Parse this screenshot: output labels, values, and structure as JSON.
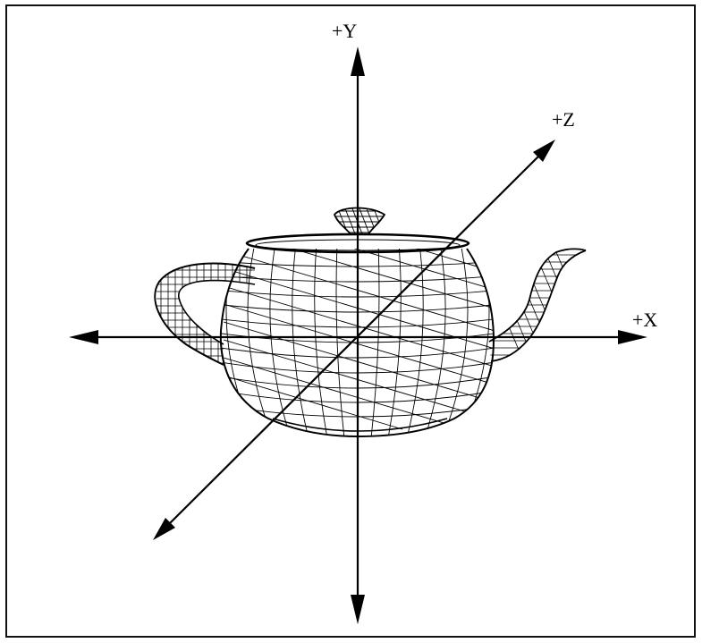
{
  "axes": {
    "y_label": "+Y",
    "z_label": "+Z",
    "x_label": "+X"
  },
  "colors": {
    "ink": "#000000",
    "frame": "#111111",
    "background": "#ffffff"
  },
  "object": {
    "icon": "teapot-wireframe-icon"
  }
}
